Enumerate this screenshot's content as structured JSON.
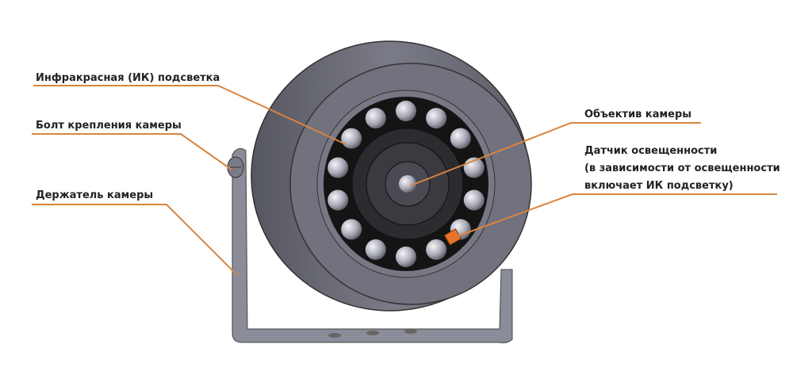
{
  "labels": {
    "ir_illumination": "Инфракрасная (ИК) подсветка",
    "mount_bolt": "Болт крепления камеры",
    "holder": "Держатель камеры",
    "lens": "Объектив камеры",
    "light_sensor": [
      "Датчик освещенности",
      "(в зависимости от освещенности",
      "включает ИК подсветку)"
    ]
  },
  "colors": {
    "leader": "#d9843f",
    "body": "#6e6f7a",
    "sensor": "#e8742a"
  }
}
